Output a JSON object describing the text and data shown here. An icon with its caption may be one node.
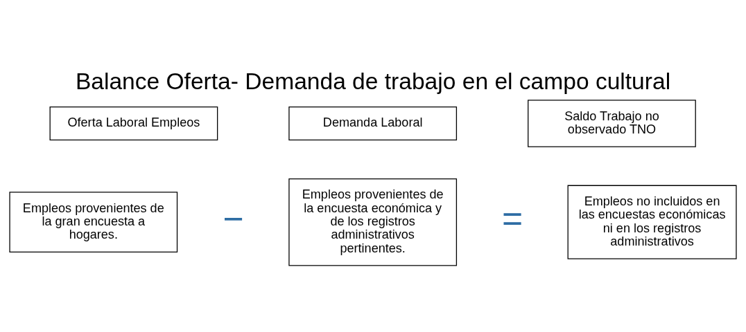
{
  "diagram": {
    "title": "Balance Oferta- Demanda de trabajo en el campo cultural",
    "nodes": [
      {
        "text": [
          "Oferta Laboral Empleos"
        ]
      },
      {
        "text": [
          "Demanda Laboral"
        ]
      },
      {
        "text": [
          "Saldo Trabajo no observado TNO"
        ]
      },
      {
        "text": [
          "Empleos provenientes de la gran encuesta a hogares."
        ]
      },
      {
        "text": [
          "Empleos provenientes de la encuesta económica y de los registros administrativos pertinentes."
        ]
      },
      {
        "text": [
          "Empleos no incluidos en las encuestas económicas ni en los registros administrativos"
        ]
      }
    ],
    "edges": [],
    "labels": [
      "−",
      "="
    ]
  }
}
